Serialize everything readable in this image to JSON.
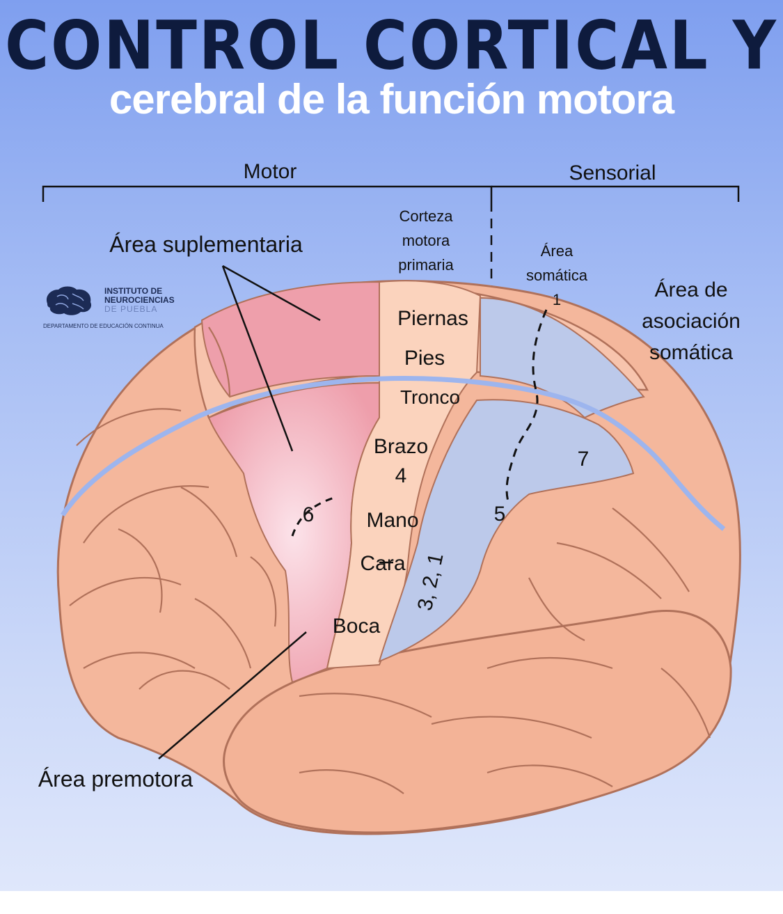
{
  "title": {
    "line1": "CONTROL CORTICAL Y",
    "line2": "cerebral de la función motora"
  },
  "brackets": {
    "motor": "Motor",
    "sensorial": "Sensorial"
  },
  "labels": {
    "area_suplementaria": "Área suplementaria",
    "corteza_l1": "Corteza",
    "corteza_l2": "motora",
    "corteza_l3": "primaria",
    "somatica_l1": "Área",
    "somatica_l2": "somática",
    "somatica_l3": "1",
    "asociacion_l1": "Área de",
    "asociacion_l2": "asociación",
    "asociacion_l3": "somática",
    "area_premotora": "Área premotora"
  },
  "regions": {
    "piernas": "Piernas",
    "pies": "Pies",
    "tronco": "Tronco",
    "brazo": "Brazo",
    "mano": "Mano",
    "cara": "Cara",
    "boca": "Boca"
  },
  "area_numbers": {
    "four": "4",
    "six": "6",
    "five": "5",
    "seven": "7",
    "three_two_one": "3, 2, 1"
  },
  "logo": {
    "line1": "INSTITUTO DE",
    "line2": "NEUROCIENCIAS",
    "line3": "DE PUEBLA",
    "department": "DEPARTAMENTO DE EDUCACIÓN CONTINUA"
  },
  "colors": {
    "title_dark": "#0e1b3d",
    "brain_skin": "#f4b79c",
    "brain_outline": "#b0715a",
    "motor_pink": "#ec9fa8",
    "sensory_blue": "#bcc9ea",
    "primary_motor": "#fbd3bd"
  }
}
